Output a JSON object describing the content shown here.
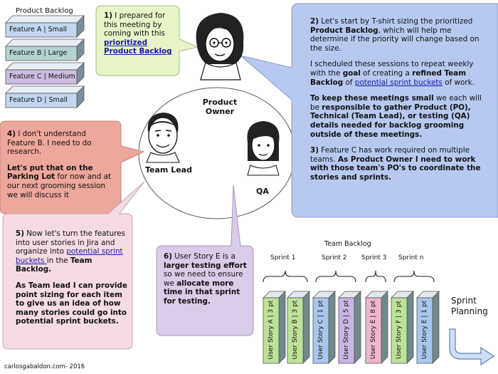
{
  "backlog": {
    "title": "Product Backlog",
    "items": [
      {
        "label": "Feature A | Small",
        "color": "#c2d6f0"
      },
      {
        "label": "Feature B | Large",
        "color": "#b5d3d1"
      },
      {
        "label": "Feature C | Medium",
        "color": "#cbbde0"
      },
      {
        "label": "Feature D | Small",
        "color": "#c2d6f0"
      }
    ]
  },
  "roles": {
    "product_owner": "Product\nOwner",
    "team_lead": "Team Lead",
    "qa": "QA"
  },
  "note1": {
    "num": "1)",
    "text": " I prepared for this meeting by coming with this ",
    "link": "prioritized Product Backlog"
  },
  "note2": {
    "a_num": "2)",
    "a1": " Let's start by T-shirt sizing the prioritized ",
    "a_bold1": "Product Backlog",
    "a2": ", which will help me determine if the priority will change based on the size.",
    "b1": "I scheduled these sessions to repeat weekly with the ",
    "b_bold1": "goal",
    "b2": " of creating a ",
    "b_bold2": "refined Team Backlog",
    "b3": " of ",
    "b_link": "potential sprint buckets",
    "b4": " of work.",
    "c_bold1": "To keep these meetings small",
    "c2": " we each will be ",
    "c_bold2": "responsible to gather Product (PO), Technical (Team Lead), or testing (QA) details needed for backlog grooming outside of these meetings.",
    "d_num": "3)",
    "d1": " Feature C has work required on multiple teams. ",
    "d_bold": "As Product Owner I need to work with those team's PO's to coordinate the stories and sprints."
  },
  "note4": {
    "num": "4)",
    "text": " I don't understand Feature B. I need to do research.",
    "bold": "Let's put that on the Parking Lot",
    "text2": " for now and at our next grooming session we will discuss it"
  },
  "note5": {
    "num": "5)",
    "text": " Now let's turn the features into user stories in Jira and organize into ",
    "link": "potential sprint buckets ",
    "text2": "in the ",
    "bold": "Team Backlog.",
    "bold2": "As Team lead I can provide point sizing for each item to give us an idea of how many stories could go into potential sprint buckets."
  },
  "note6": {
    "num": "6)",
    "text": " User Story E is a ",
    "bold1": "larger testing effort",
    "text2": " so we need to ensure we ",
    "bold2": "allocate more time in that sprint for testing."
  },
  "team_backlog": {
    "title": "Team Backlog",
    "sprints": [
      "Sprint 1",
      "Sprint 2",
      "Sprint 3",
      "Sprint n"
    ],
    "stories": [
      {
        "label": "User Story A | 3 pt",
        "color": "#bde39a"
      },
      {
        "label": "User Story B | 3 pt",
        "color": "#bde39a"
      },
      {
        "label": "User Story C | 1 pt",
        "color": "#a9c7ee"
      },
      {
        "label": "User Story D | 5 pt",
        "color": "#c8b5e3"
      },
      {
        "label": "User Story E | 8 pt",
        "color": "#ecb6cd"
      },
      {
        "label": "User Story F | 3 pt",
        "color": "#bde39a"
      },
      {
        "label": "User Story E | 1 pt",
        "color": "#a9c7ee"
      }
    ]
  },
  "sprint_planning": "Sprint\nPlanning",
  "credit": "carlosgabaldon.com- 2016",
  "colors": {
    "yellow_bubble": "#e7f5c6",
    "blue_bubble": "#b7c9f0",
    "red_bubble": "#eea79d",
    "pink_bubble": "#f5dbe2",
    "purple_bubble": "#dacbe8"
  }
}
